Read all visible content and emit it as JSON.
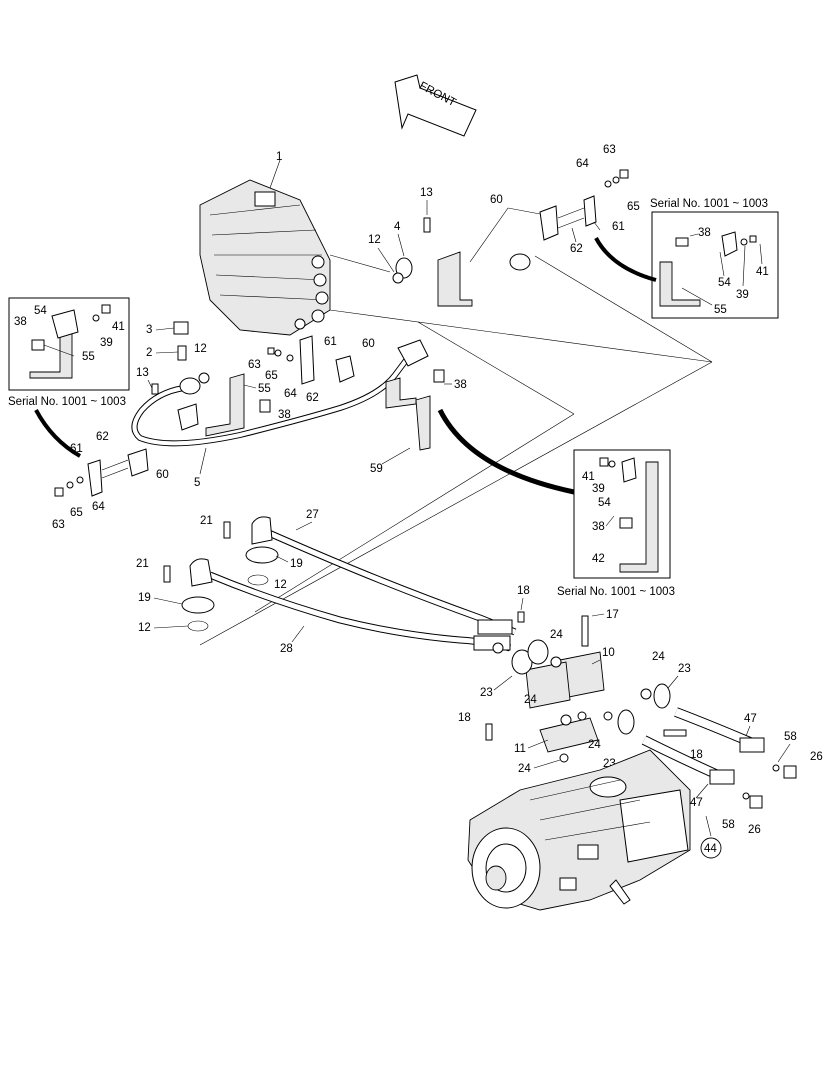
{
  "front_label": "FRONT",
  "serial_note": "Serial No. 1001 ~ 1003",
  "inset_boxes": [
    {
      "id": "inset-top-right",
      "labels": [
        "38",
        "54",
        "41",
        "39",
        "55"
      ]
    },
    {
      "id": "inset-left",
      "labels": [
        "54",
        "38",
        "41",
        "39",
        "55"
      ]
    },
    {
      "id": "inset-mid-right",
      "labels": [
        "41",
        "39",
        "54",
        "38",
        "42"
      ]
    }
  ],
  "callouts": [
    "1",
    "2",
    "3",
    "4",
    "5",
    "10",
    "11",
    "12",
    "13",
    "17",
    "18",
    "19",
    "21",
    "23",
    "24",
    "26",
    "27",
    "28",
    "38",
    "39",
    "41",
    "42",
    "44",
    "47",
    "54",
    "55",
    "58",
    "59",
    "60",
    "61",
    "62",
    "63",
    "64",
    "65"
  ]
}
